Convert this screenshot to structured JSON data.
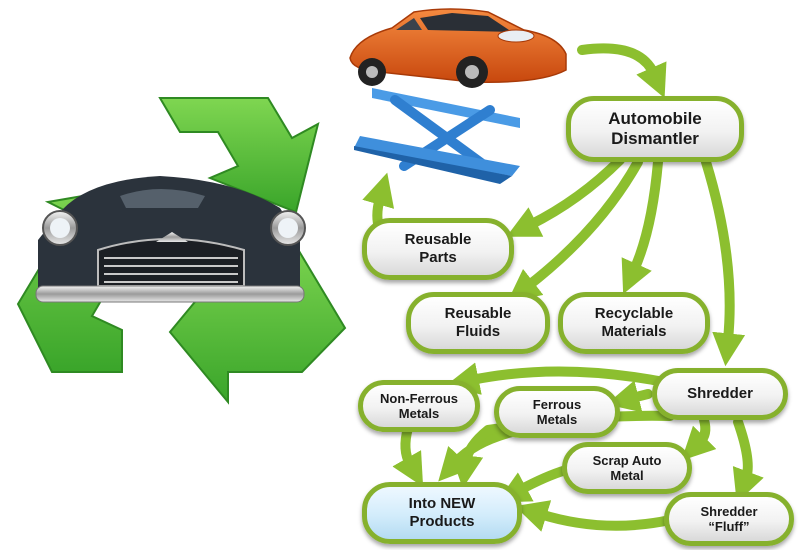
{
  "nodes": {
    "dismantler": {
      "line1": "Automobile",
      "line2": "Dismantler"
    },
    "reusable_parts": {
      "line1": "Reusable",
      "line2": "Parts"
    },
    "reusable_fluids": {
      "line1": "Reusable",
      "line2": "Fluids"
    },
    "recyclable_materials": {
      "line1": "Recyclable",
      "line2": "Materials"
    },
    "shredder": {
      "line1": "Shredder"
    },
    "non_ferrous_metals": {
      "line1": "Non-Ferrous",
      "line2": "Metals"
    },
    "ferrous_metals": {
      "line1": "Ferrous",
      "line2": "Metals"
    },
    "scrap_auto_metal": {
      "line1": "Scrap Auto",
      "line2": "Metal"
    },
    "new_products": {
      "line1": "Into NEW",
      "line2": "Products"
    },
    "shredder_fluff": {
      "line1": "Shredder",
      "line2": "“Fluff”"
    }
  },
  "colors": {
    "arrow_green": "#8cbf2f",
    "node_border": "#86b12d",
    "recycle_green": "#5cc23a",
    "car_orange": "#e8621e",
    "lift_blue": "#2f7fd0",
    "highlight_blue": "#cfeafb"
  },
  "images": {
    "left": "recycling-symbol-with-vintage-car",
    "top": "orange-sedan-on-blue-scissor-lift"
  }
}
